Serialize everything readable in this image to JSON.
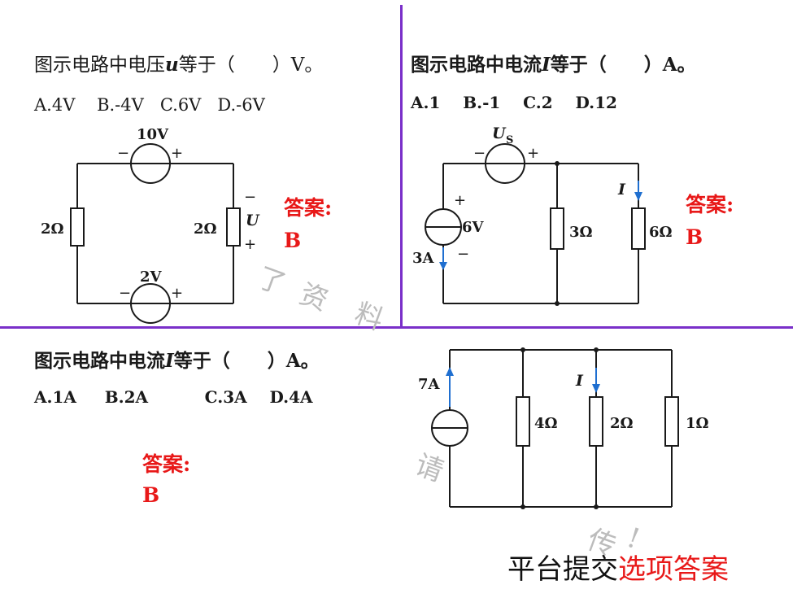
{
  "q1": {
    "stem": "图示电路中电压",
    "var": "u",
    "stem_after": "等于（　　）V。",
    "options": "A.4V    B.-4V   C.6V   D.-6V",
    "answer_label": "答案:",
    "answer": "B",
    "circuit": {
      "top_source": "10V",
      "bottom_source": "2V",
      "left_resistor": "2Ω",
      "right_resistor": "2Ω",
      "voltage_label": "U",
      "minus": "−",
      "plus": "+"
    }
  },
  "q2": {
    "stem": "图示电路中电流",
    "var": "I",
    "stem_after": "等于（　　）A。",
    "options": "A.1    B.-1    C.2    D.12",
    "answer_label": "答案:",
    "answer": "B",
    "circuit": {
      "us_label": "U",
      "us_sub": "S",
      "source_label": "6V",
      "current_label": "3A",
      "mid_resistor": "3Ω",
      "right_resistor": "6Ω",
      "current_var": "I",
      "minus": "−",
      "plus": "+"
    }
  },
  "q3": {
    "stem": "图示电路中电流",
    "var": "I",
    "stem_after": "等于（　　）A。",
    "options": "A.1A     B.2A          C.3A    D.4A",
    "answer_label": "答案:",
    "answer": "B",
    "circuit": {
      "source_label": "7A",
      "r1": "4Ω",
      "r2": "2Ω",
      "r3": "1Ω",
      "current_var": "I"
    }
  },
  "watermark": [
    "了",
    "资",
    "料",
    "请",
    "传",
    "!"
  ],
  "footer": {
    "black": "平台提交",
    "red": "选项答案"
  },
  "colors": {
    "divider": "#7a2fc9",
    "answer": "#e81818"
  }
}
